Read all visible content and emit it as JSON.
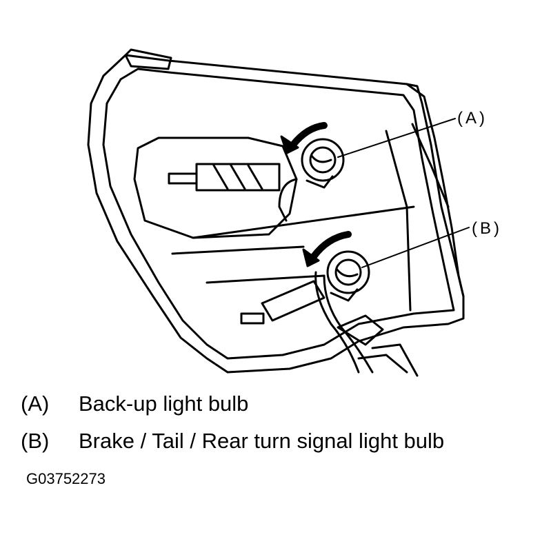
{
  "callouts": {
    "a": "(A)",
    "b": "(B)"
  },
  "legend": [
    {
      "key": "(A)",
      "text": "Back-up light bulb"
    },
    {
      "key": "(B)",
      "text": "Brake / Tail / Rear turn signal light bulb"
    }
  ],
  "figure_id": "G03752273"
}
